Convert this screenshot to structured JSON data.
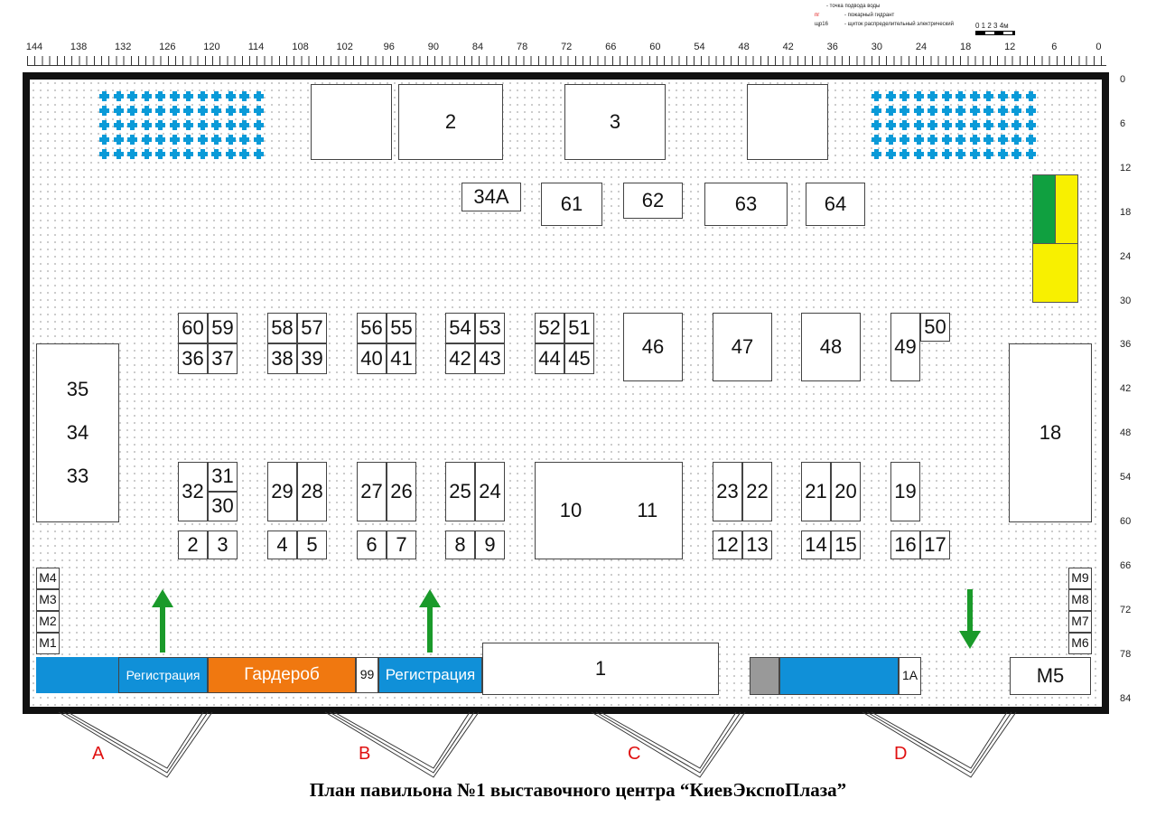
{
  "legend": {
    "water": "- точка подвода воды",
    "hydrant_mark": "пг",
    "hydrant": "- пожарный гидрант",
    "panel_mark": "щр16",
    "panel": "- щиток распределительный электрический",
    "scale": "0 1 2 3 4м"
  },
  "ruler_top": [
    "144",
    "138",
    "132",
    "126",
    "120",
    "114",
    "108",
    "102",
    "96",
    "90",
    "84",
    "78",
    "72",
    "66",
    "60",
    "54",
    "48",
    "42",
    "36",
    "30",
    "24",
    "18",
    "12",
    "6",
    "0"
  ],
  "ruler_right": [
    "0",
    "6",
    "12",
    "18",
    "24",
    "30",
    "36",
    "42",
    "48",
    "54",
    "60",
    "66",
    "72",
    "78",
    "84"
  ],
  "booths": [
    "2",
    "3",
    "34A",
    "61",
    "62",
    "63",
    "64",
    "60",
    "59",
    "36",
    "37",
    "58",
    "57",
    "38",
    "39",
    "56",
    "55",
    "40",
    "41",
    "54",
    "53",
    "42",
    "43",
    "52",
    "51",
    "44",
    "45",
    "46",
    "47",
    "48",
    "49",
    "50",
    "35\n\n34\n\n33",
    "18",
    "32",
    "31",
    "30",
    "2",
    "3",
    "29",
    "28",
    "4",
    "5",
    "27",
    "26",
    "6",
    "7",
    "25",
    "24",
    "8",
    "9",
    "10          11",
    "23",
    "22",
    "12",
    "13",
    "21",
    "20",
    "14",
    "15",
    "19",
    "16",
    "17",
    "M4",
    "M3",
    "M2",
    "M1",
    "M9",
    "M8",
    "M7",
    "M6",
    "1",
    "1A",
    "M5",
    "99"
  ],
  "zones": {
    "registration": "Регистрация",
    "wardrobe": "Гардероб"
  },
  "entrances": [
    "A",
    "B",
    "C",
    "D"
  ],
  "colors": {
    "registration": "#1090d8",
    "wardrobe": "#f07810",
    "power": "#10a040",
    "power_yellow": "#f8f000"
  },
  "title": "План павильона №1 выставочного центра “КиевЭкспоПлаза”"
}
